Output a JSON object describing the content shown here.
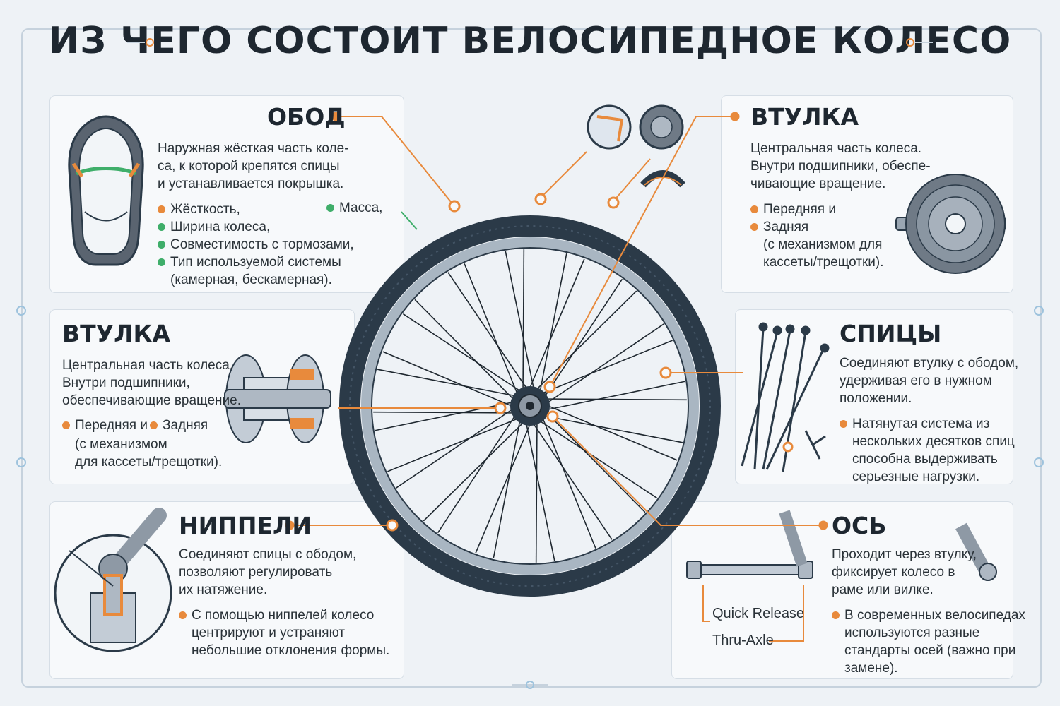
{
  "title": "ИЗ ЧЕГО СОСТОИТ ВЕЛОСИПЕДНОЕ КОЛЕСО",
  "colors": {
    "orange": "#e88a3c",
    "green": "#3fae6a",
    "tire": "#2b3a48",
    "rim": "#a9b6c2",
    "frame": "#c6d2dd"
  },
  "rim": {
    "heading": "ОБОД",
    "description": "Наружная жёсткая часть коле-\nса, к которой крепятся спицы\nи устанавливается покрышка.",
    "features": [
      {
        "text": "Жёсткость,",
        "color": "orange"
      },
      {
        "text": "Ширина колеса,",
        "color": "green"
      },
      {
        "text": "Совместимость с тормозами,",
        "color": "green"
      },
      {
        "text": "Тип используемой системы\n(камерная, бескамерная).",
        "color": "green"
      }
    ],
    "extra": {
      "text": "Масса,",
      "color": "green"
    }
  },
  "hub_top": {
    "heading": "ВТУЛКА",
    "description": "Центральная часть колеса.\nВнутри подшипники, обеспе-\nчивающие вращение.",
    "features": [
      {
        "text": "Передняя и",
        "color": "orange"
      },
      {
        "text": "Задняя\n(с механизмом для\nкассеты/трещотки).",
        "color": "orange"
      }
    ]
  },
  "hub_left": {
    "heading": "ВТУЛКА",
    "description": "Центральная часть колеса.\nВнутри подшипники,\nобеспечивающие вращение.",
    "features": [
      {
        "text": "Передняя и",
        "color": "orange"
      },
      {
        "text": "Задняя",
        "color": "orange"
      }
    ],
    "note": "(с механизмом\nдля кассеты/трещотки)."
  },
  "spokes": {
    "heading": "СПИЦЫ",
    "description": "Соединяют втулку с ободом,\nудерживая его в нужном\nположении.",
    "features": [
      {
        "text": "Натянутая система из\nнескольких десятков спиц\nспособна выдерживать\nсерьезные нагрузки.",
        "color": "orange"
      }
    ]
  },
  "nipples": {
    "heading": "НИППЕЛИ",
    "description": "Соединяют спицы с ободом,\nпозволяют регулировать\nих натяжение.",
    "features": [
      {
        "text": "С помощью ниппелей колесо\nцентрируют и устраняют\nнебольшие отклонения формы.",
        "color": "orange"
      }
    ]
  },
  "axle": {
    "heading": "ОСЬ",
    "description": "Проходит через втулку,\nфиксирует колесо в\nраме или вилке.",
    "features": [
      {
        "text": "В современных велосипедах\nиспользуются разные\nстандарты осей (важно при\nзамене).",
        "color": "orange"
      }
    ],
    "label_qr": "Quick Release",
    "label_ta": "Thru-Axle"
  }
}
